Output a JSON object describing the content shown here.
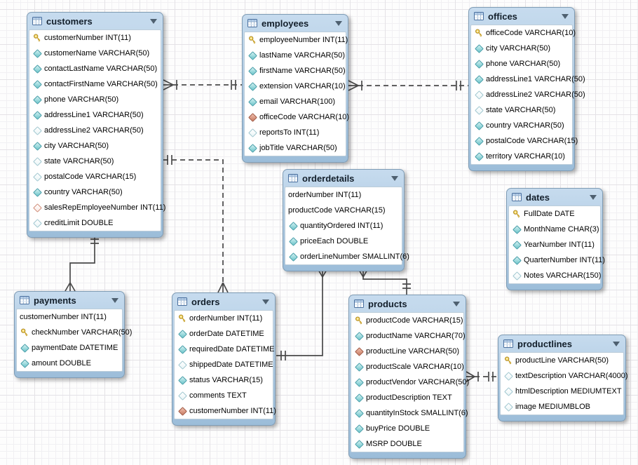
{
  "app": {
    "view": "eer-diagram-canvas"
  },
  "colors": {
    "header_gradient_top": "#c6dbee",
    "header_gradient_bottom": "#9cbdd9",
    "table_border": "#7f9cb5",
    "canvas_grid_minor": "#f1f0f3",
    "canvas_grid_major": "#e4e2e6",
    "relationship_line": "#4a4a4a",
    "key_icon": "#f2cf4e",
    "diamond_filled": "#6cc5cb",
    "diamond_red": "#c77a62"
  },
  "tables": [
    {
      "name": "customers",
      "fields": [
        {
          "icon": "key-icon",
          "label": "customerNumber INT(11)"
        },
        {
          "icon": "diamond-filled-icon",
          "label": "customerName VARCHAR(50)"
        },
        {
          "icon": "diamond-filled-icon",
          "label": "contactLastName VARCHAR(50)"
        },
        {
          "icon": "diamond-filled-icon",
          "label": "contactFirstName VARCHAR(50)"
        },
        {
          "icon": "diamond-filled-icon",
          "label": "phone VARCHAR(50)"
        },
        {
          "icon": "diamond-filled-icon",
          "label": "addressLine1 VARCHAR(50)"
        },
        {
          "icon": "diamond-open-icon",
          "label": "addressLine2 VARCHAR(50)"
        },
        {
          "icon": "diamond-filled-icon",
          "label": "city VARCHAR(50)"
        },
        {
          "icon": "diamond-open-icon",
          "label": "state VARCHAR(50)"
        },
        {
          "icon": "diamond-open-icon",
          "label": "postalCode VARCHAR(15)"
        },
        {
          "icon": "diamond-filled-icon",
          "label": "country VARCHAR(50)"
        },
        {
          "icon": "diamond-red-open-icon",
          "label": "salesRepEmployeeNumber INT(11)"
        },
        {
          "icon": "diamond-open-icon",
          "label": "creditLimit DOUBLE"
        }
      ]
    },
    {
      "name": "employees",
      "fields": [
        {
          "icon": "key-icon",
          "label": "employeeNumber INT(11)"
        },
        {
          "icon": "diamond-filled-icon",
          "label": "lastName VARCHAR(50)"
        },
        {
          "icon": "diamond-filled-icon",
          "label": "firstName VARCHAR(50)"
        },
        {
          "icon": "diamond-filled-icon",
          "label": "extension VARCHAR(10)"
        },
        {
          "icon": "diamond-filled-icon",
          "label": "email VARCHAR(100)"
        },
        {
          "icon": "diamond-red-icon",
          "label": "officeCode VARCHAR(10)"
        },
        {
          "icon": "diamond-open-icon",
          "label": "reportsTo INT(11)"
        },
        {
          "icon": "diamond-filled-icon",
          "label": "jobTitle VARCHAR(50)"
        }
      ]
    },
    {
      "name": "offices",
      "fields": [
        {
          "icon": "key-icon",
          "label": "officeCode VARCHAR(10)"
        },
        {
          "icon": "diamond-filled-icon",
          "label": "city VARCHAR(50)"
        },
        {
          "icon": "diamond-filled-icon",
          "label": "phone VARCHAR(50)"
        },
        {
          "icon": "diamond-filled-icon",
          "label": "addressLine1 VARCHAR(50)"
        },
        {
          "icon": "diamond-open-icon",
          "label": "addressLine2 VARCHAR(50)"
        },
        {
          "icon": "diamond-open-icon",
          "label": "state VARCHAR(50)"
        },
        {
          "icon": "diamond-filled-icon",
          "label": "country VARCHAR(50)"
        },
        {
          "icon": "diamond-filled-icon",
          "label": "postalCode VARCHAR(15)"
        },
        {
          "icon": "diamond-filled-icon",
          "label": "territory VARCHAR(10)"
        }
      ]
    },
    {
      "name": "orderdetails",
      "fields": [
        {
          "icon": "none",
          "label": "orderNumber INT(11)"
        },
        {
          "icon": "none",
          "label": "productCode VARCHAR(15)"
        },
        {
          "icon": "diamond-filled-icon",
          "label": "quantityOrdered INT(11)"
        },
        {
          "icon": "diamond-filled-icon",
          "label": "priceEach DOUBLE"
        },
        {
          "icon": "diamond-filled-icon",
          "label": "orderLineNumber SMALLINT(6)"
        }
      ]
    },
    {
      "name": "dates",
      "fields": [
        {
          "icon": "key-icon",
          "label": "FullDate DATE"
        },
        {
          "icon": "diamond-filled-icon",
          "label": "MonthName CHAR(3)"
        },
        {
          "icon": "diamond-filled-icon",
          "label": "YearNumber INT(11)"
        },
        {
          "icon": "diamond-filled-icon",
          "label": "QuarterNumber INT(11)"
        },
        {
          "icon": "diamond-open-icon",
          "label": "Notes VARCHAR(150)"
        }
      ]
    },
    {
      "name": "payments",
      "fields": [
        {
          "icon": "none",
          "label": "customerNumber INT(11)"
        },
        {
          "icon": "key-icon",
          "label": "checkNumber VARCHAR(50)"
        },
        {
          "icon": "diamond-filled-icon",
          "label": "paymentDate DATETIME"
        },
        {
          "icon": "diamond-filled-icon",
          "label": "amount DOUBLE"
        }
      ]
    },
    {
      "name": "orders",
      "fields": [
        {
          "icon": "key-icon",
          "label": "orderNumber INT(11)"
        },
        {
          "icon": "diamond-filled-icon",
          "label": "orderDate DATETIME"
        },
        {
          "icon": "diamond-filled-icon",
          "label": "requiredDate DATETIME"
        },
        {
          "icon": "diamond-open-icon",
          "label": "shippedDate DATETIME"
        },
        {
          "icon": "diamond-filled-icon",
          "label": "status VARCHAR(15)"
        },
        {
          "icon": "diamond-open-icon",
          "label": "comments TEXT"
        },
        {
          "icon": "diamond-red-icon",
          "label": "customerNumber INT(11)"
        }
      ]
    },
    {
      "name": "products",
      "fields": [
        {
          "icon": "key-icon",
          "label": "productCode VARCHAR(15)"
        },
        {
          "icon": "diamond-filled-icon",
          "label": "productName VARCHAR(70)"
        },
        {
          "icon": "diamond-red-icon",
          "label": "productLine VARCHAR(50)"
        },
        {
          "icon": "diamond-filled-icon",
          "label": "productScale VARCHAR(10)"
        },
        {
          "icon": "diamond-filled-icon",
          "label": "productVendor VARCHAR(50)"
        },
        {
          "icon": "diamond-filled-icon",
          "label": "productDescription TEXT"
        },
        {
          "icon": "diamond-filled-icon",
          "label": "quantityInStock SMALLINT(6)"
        },
        {
          "icon": "diamond-filled-icon",
          "label": "buyPrice DOUBLE"
        },
        {
          "icon": "diamond-filled-icon",
          "label": "MSRP DOUBLE"
        }
      ]
    },
    {
      "name": "productlines",
      "fields": [
        {
          "icon": "key-icon",
          "label": "productLine VARCHAR(50)"
        },
        {
          "icon": "diamond-open-icon",
          "label": "textDescription VARCHAR(4000)"
        },
        {
          "icon": "diamond-open-icon",
          "label": "htmlDescription MEDIUMTEXT"
        },
        {
          "icon": "diamond-open-icon",
          "label": "image MEDIUMBLOB"
        }
      ]
    }
  ],
  "relationships": [
    {
      "from": "customers",
      "to": "employees",
      "from_end": "many",
      "to_end": "one",
      "style": "dashed"
    },
    {
      "from": "employees",
      "to": "offices",
      "from_end": "many",
      "to_end": "one",
      "style": "dashed"
    },
    {
      "from": "orders",
      "to": "customers",
      "from_end": "many",
      "to_end": "one",
      "style": "dashed"
    },
    {
      "from": "payments",
      "to": "customers",
      "from_end": "many",
      "to_end": "one",
      "style": "solid"
    },
    {
      "from": "orderdetails",
      "to": "orders",
      "from_end": "many",
      "to_end": "one",
      "style": "solid"
    },
    {
      "from": "orderdetails",
      "to": "products",
      "from_end": "many",
      "to_end": "one",
      "style": "solid"
    },
    {
      "from": "products",
      "to": "productlines",
      "from_end": "many",
      "to_end": "one",
      "style": "dashed"
    }
  ]
}
